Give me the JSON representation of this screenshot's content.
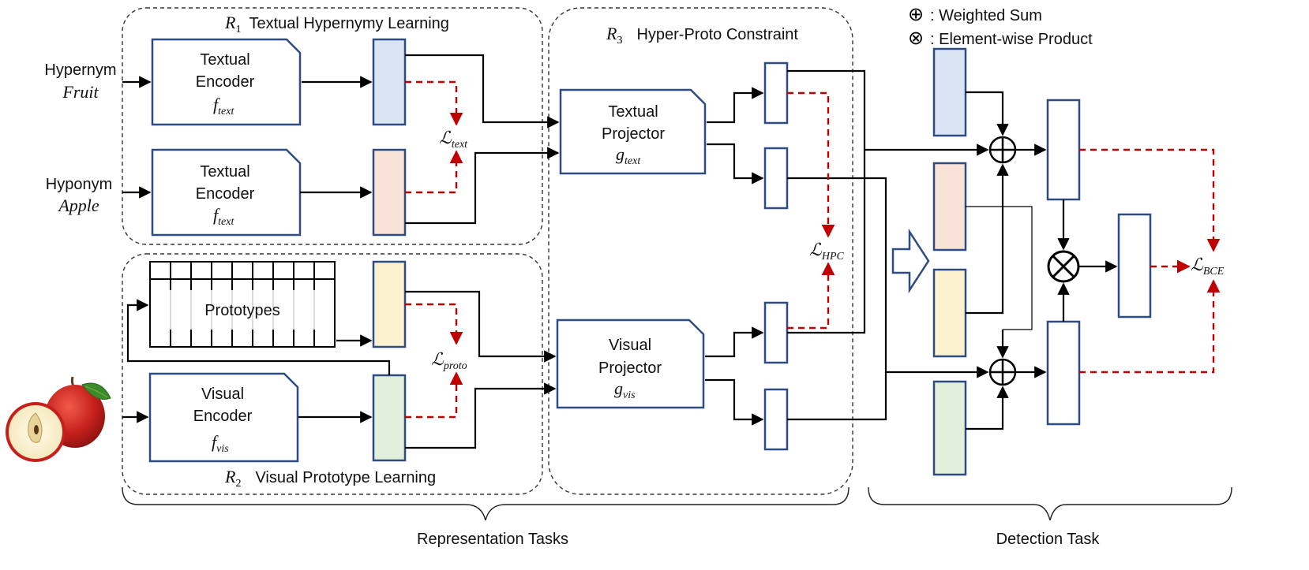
{
  "legend": {
    "sum_symbol": "⊕",
    "sum_text": ": Weighted Sum",
    "product_symbol": "⊗",
    "product_text": ": Element-wise Product"
  },
  "regions": {
    "r1": {
      "id": "R",
      "sub": "1",
      "title": "Textual Hypernymy Learning"
    },
    "r2": {
      "id": "R",
      "sub": "2",
      "title": "Visual Prototype Learning"
    },
    "r3": {
      "id": "R",
      "sub": "3",
      "title": "Hyper-Proto Constraint"
    }
  },
  "inputs": {
    "hypernym_label": "Hypernym",
    "hypernym_word": "Fruit",
    "hyponym_label": "Hyponym",
    "hyponym_word": "Apple"
  },
  "blocks": {
    "text_enc_1": {
      "l1": "Textual",
      "l2": "Encoder",
      "sym": "f",
      "sub": "text"
    },
    "text_enc_2": {
      "l1": "Textual",
      "l2": "Encoder",
      "sym": "f",
      "sub": "text"
    },
    "vis_enc": {
      "l1": "Visual",
      "l2": "Encoder",
      "sym": "f",
      "sub": "vis"
    },
    "text_proj": {
      "l1": "Textual",
      "l2": "Projector",
      "sym": "g",
      "sub": "text"
    },
    "vis_proj": {
      "l1": "Visual",
      "l2": "Projector",
      "sym": "g",
      "sub": "vis"
    },
    "prototypes": "Prototypes"
  },
  "losses": {
    "text": {
      "sym": "ℒ",
      "sub": "text"
    },
    "proto": {
      "sym": "ℒ",
      "sub": "proto"
    },
    "hpc": {
      "sym": "ℒ",
      "sub": "HPC"
    },
    "bce": {
      "sym": "ℒ",
      "sub": "BCE"
    }
  },
  "operators": {
    "sum": "⊕",
    "product": "⊗"
  },
  "tasks": {
    "representation": "Representation Tasks",
    "detection": "Detection Task"
  },
  "colors": {
    "blue": "#dae5f4",
    "pink": "#f9e2d8",
    "yellow": "#fdf2cf",
    "green": "#e2efda",
    "block_stroke": "#2e4c82",
    "loss_red": "#c00000"
  }
}
